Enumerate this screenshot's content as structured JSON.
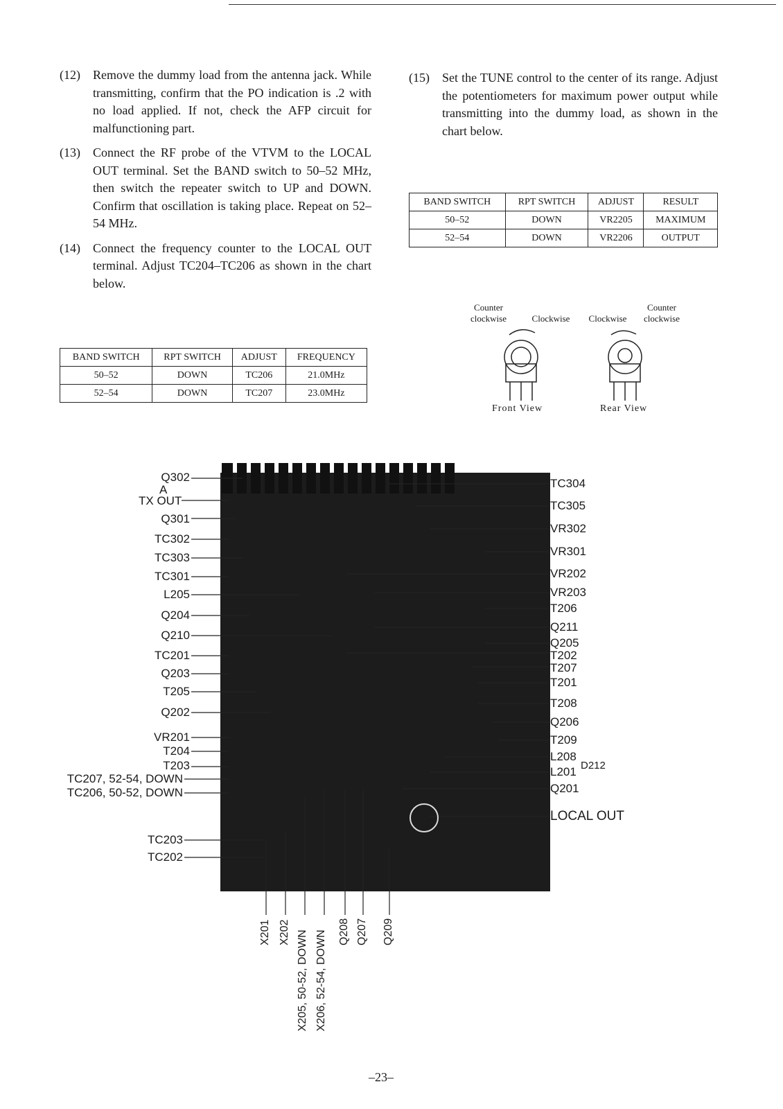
{
  "left_steps": [
    {
      "num": "(12)",
      "text": "Remove the dummy load from the antenna jack. While transmitting, confirm that the PO indication is .2 with no load applied. If not, check the AFP circuit for malfunctioning part."
    },
    {
      "num": "(13)",
      "text": "Connect the RF probe of the VTVM to the LOCAL OUT terminal. Set the BAND switch to 50–52 MHz, then switch the repeater switch to UP and DOWN. Confirm that oscillation is taking place. Repeat on 52–54 MHz."
    },
    {
      "num": "(14)",
      "text": "Connect the frequency counter to the LOCAL OUT terminal. Adjust TC204–TC206 as shown in the chart below."
    }
  ],
  "right_steps": [
    {
      "num": "(15)",
      "text": "Set the TUNE control to the center of its range. Adjust the potentiometers for maximum power output while transmitting into the dummy load, as shown in the chart below."
    }
  ],
  "table_freq": {
    "headers": [
      "BAND SWITCH",
      "RPT SWITCH",
      "ADJUST",
      "FREQUENCY"
    ],
    "rows": [
      [
        "50–52",
        "DOWN",
        "TC206",
        "21.0MHz"
      ],
      [
        "52–54",
        "DOWN",
        "TC207",
        "23.0MHz"
      ]
    ]
  },
  "table_power": {
    "headers": [
      "BAND SWITCH",
      "RPT SWITCH",
      "ADJUST",
      "RESULT"
    ],
    "rows": [
      [
        "50–52",
        "DOWN",
        "VR2205",
        "MAXIMUM"
      ],
      [
        "52–54",
        "DOWN",
        "VR2206",
        "OUTPUT"
      ]
    ]
  },
  "knob_labels": {
    "front_ccw": "Counter clockwise",
    "front_cw": "Clockwise",
    "rear_cw": "Clockwise",
    "rear_ccw": "Counter clockwise",
    "front_view": "Front View",
    "rear_view": "Rear View"
  },
  "left_labels": [
    "Q302",
    "A",
    "TX OUT",
    "Q301",
    "TC302",
    "TC303",
    "TC301",
    "L205",
    "Q204",
    "Q210",
    "TC201",
    "Q203",
    "T205",
    "Q202",
    "VR201",
    "T204",
    "T203",
    "TC207, 52-54, DOWN",
    "TC206, 50-52, DOWN",
    "TC203",
    "TC202"
  ],
  "right_labels": [
    "TC304",
    "TC305",
    "VR302",
    "VR301",
    "VR202",
    "VR203",
    "T206",
    "Q211",
    "Q205",
    "T202",
    "T207",
    "T201",
    "T208",
    "Q206",
    "T209",
    "L208",
    "L201",
    "D212",
    "Q201",
    "LOCAL OUT"
  ],
  "bottom_labels": [
    "X201",
    "X202",
    "X205, 50-52, DOWN",
    "X206, 52-54, DOWN",
    "Q208",
    "Q207",
    "Q209"
  ],
  "page_number": "–23–"
}
